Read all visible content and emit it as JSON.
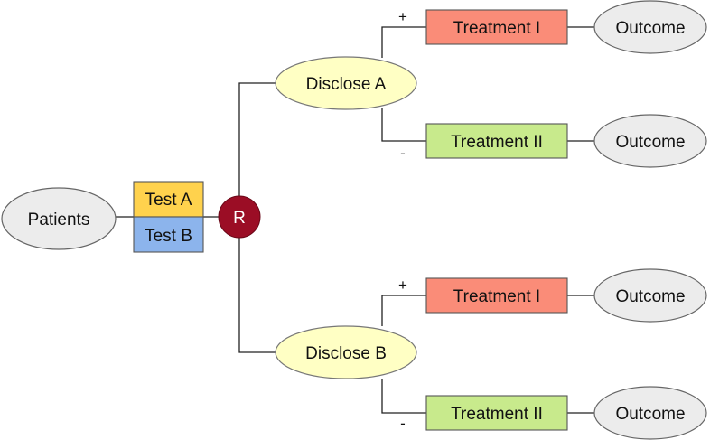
{
  "nodes": {
    "patients": "Patients",
    "test_a": "Test A",
    "test_b": "Test B",
    "randomize": "R",
    "disclose_a": "Disclose A",
    "disclose_b": "Disclose B",
    "a_plus_treatment": "Treatment I",
    "a_minus_treatment": "Treatment II",
    "b_plus_treatment": "Treatment I",
    "b_minus_treatment": "Treatment II",
    "a_plus_outcome": "Outcome",
    "a_minus_outcome": "Outcome",
    "b_plus_outcome": "Outcome",
    "b_minus_outcome": "Outcome"
  },
  "signs": {
    "a_plus": "+",
    "a_minus": "-",
    "b_plus": "+",
    "b_minus": "-"
  },
  "colors": {
    "ellipse_gray": "#ececec",
    "ellipse_yellow": "#ffffc4",
    "test_a": "#ffd24d",
    "test_b": "#8cb4ec",
    "randomize": "#9b0d25",
    "treatment_i": "#fa8c78",
    "treatment_ii": "#c8ea8c"
  }
}
